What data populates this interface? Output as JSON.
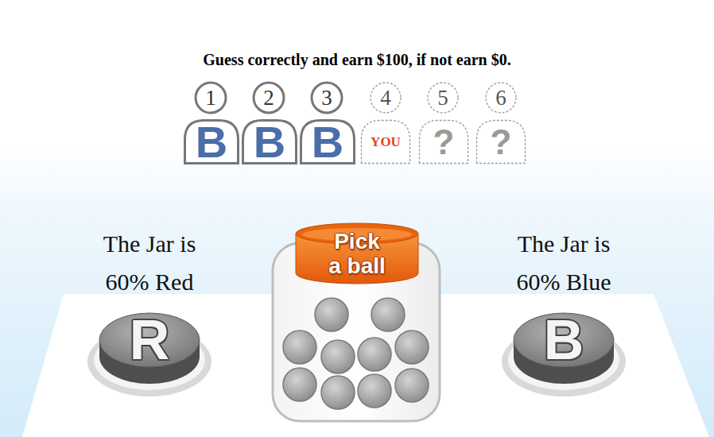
{
  "diagram": {
    "title": "Guess correctly and earn $100, if not earn $0.",
    "nodes": [
      {
        "text": [
          "1"
        ]
      },
      {
        "text": [
          "2"
        ]
      },
      {
        "text": [
          "3"
        ]
      },
      {
        "text": [
          "4"
        ]
      },
      {
        "text": [
          "5"
        ]
      },
      {
        "text": [
          "6"
        ]
      },
      {
        "text": [
          "B"
        ]
      },
      {
        "text": [
          "B"
        ]
      },
      {
        "text": [
          "B"
        ]
      },
      {
        "text": [
          "YOU"
        ]
      },
      {
        "text": [
          "?"
        ]
      },
      {
        "text": [
          "?"
        ]
      },
      {
        "text": [
          "The Jar is 60% Red",
          "R"
        ]
      },
      {
        "text": [
          "Pick a ball"
        ]
      },
      {
        "text": [
          "The Jar is 60% Blue",
          "B"
        ]
      }
    ]
  }
}
